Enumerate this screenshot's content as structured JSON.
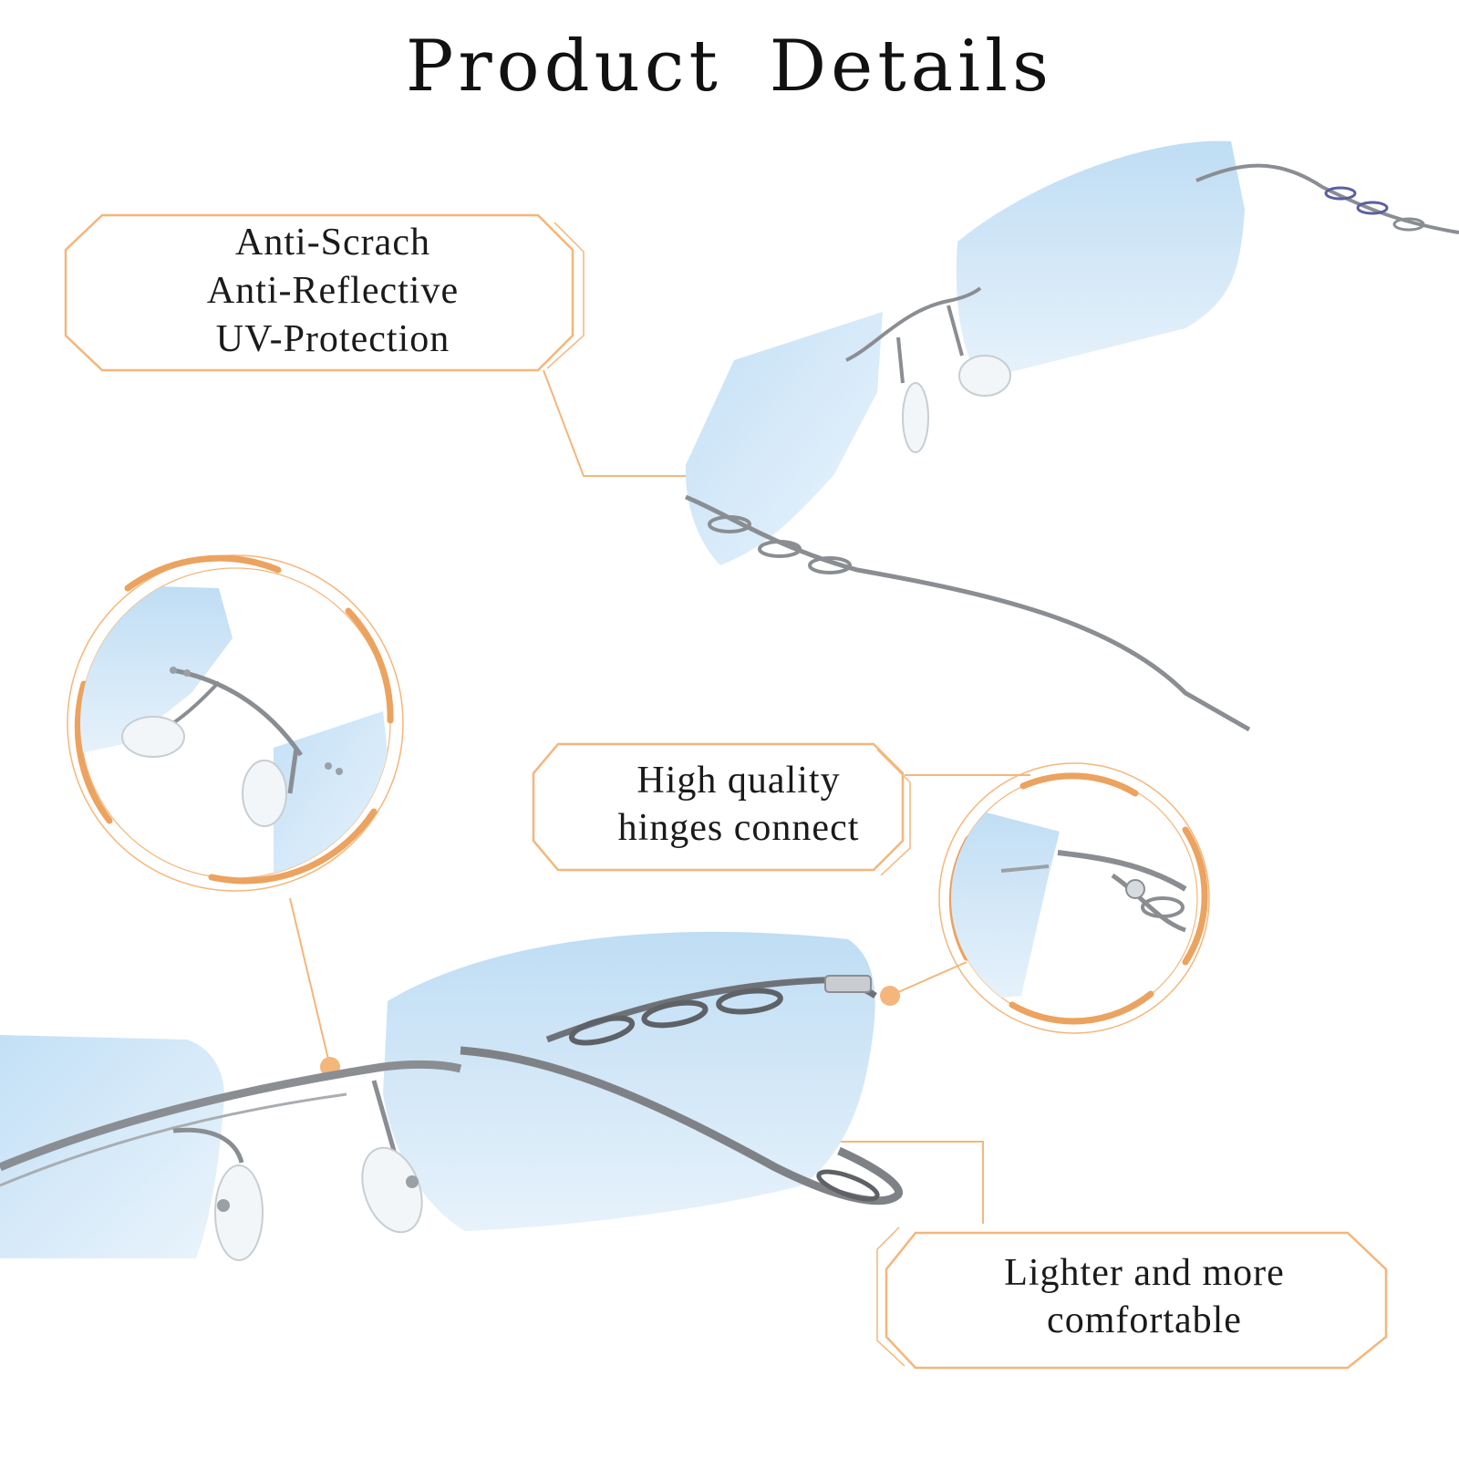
{
  "title": "Product  Details",
  "callouts": {
    "features": {
      "lines": [
        "Anti-Scrach",
        "Anti-Reflective",
        "UV-Protection"
      ]
    },
    "hinges": {
      "lines": [
        "High quality",
        "hinges connect"
      ]
    },
    "lighter": {
      "lines": [
        "Lighter and more",
        "comfortable"
      ]
    }
  },
  "colors": {
    "accent": "#F4B67A",
    "accent_dark": "#EBA35F",
    "lens": "#CFE6F7",
    "lens_edge": "#9FC9EC",
    "metal": "#8A8E93"
  }
}
